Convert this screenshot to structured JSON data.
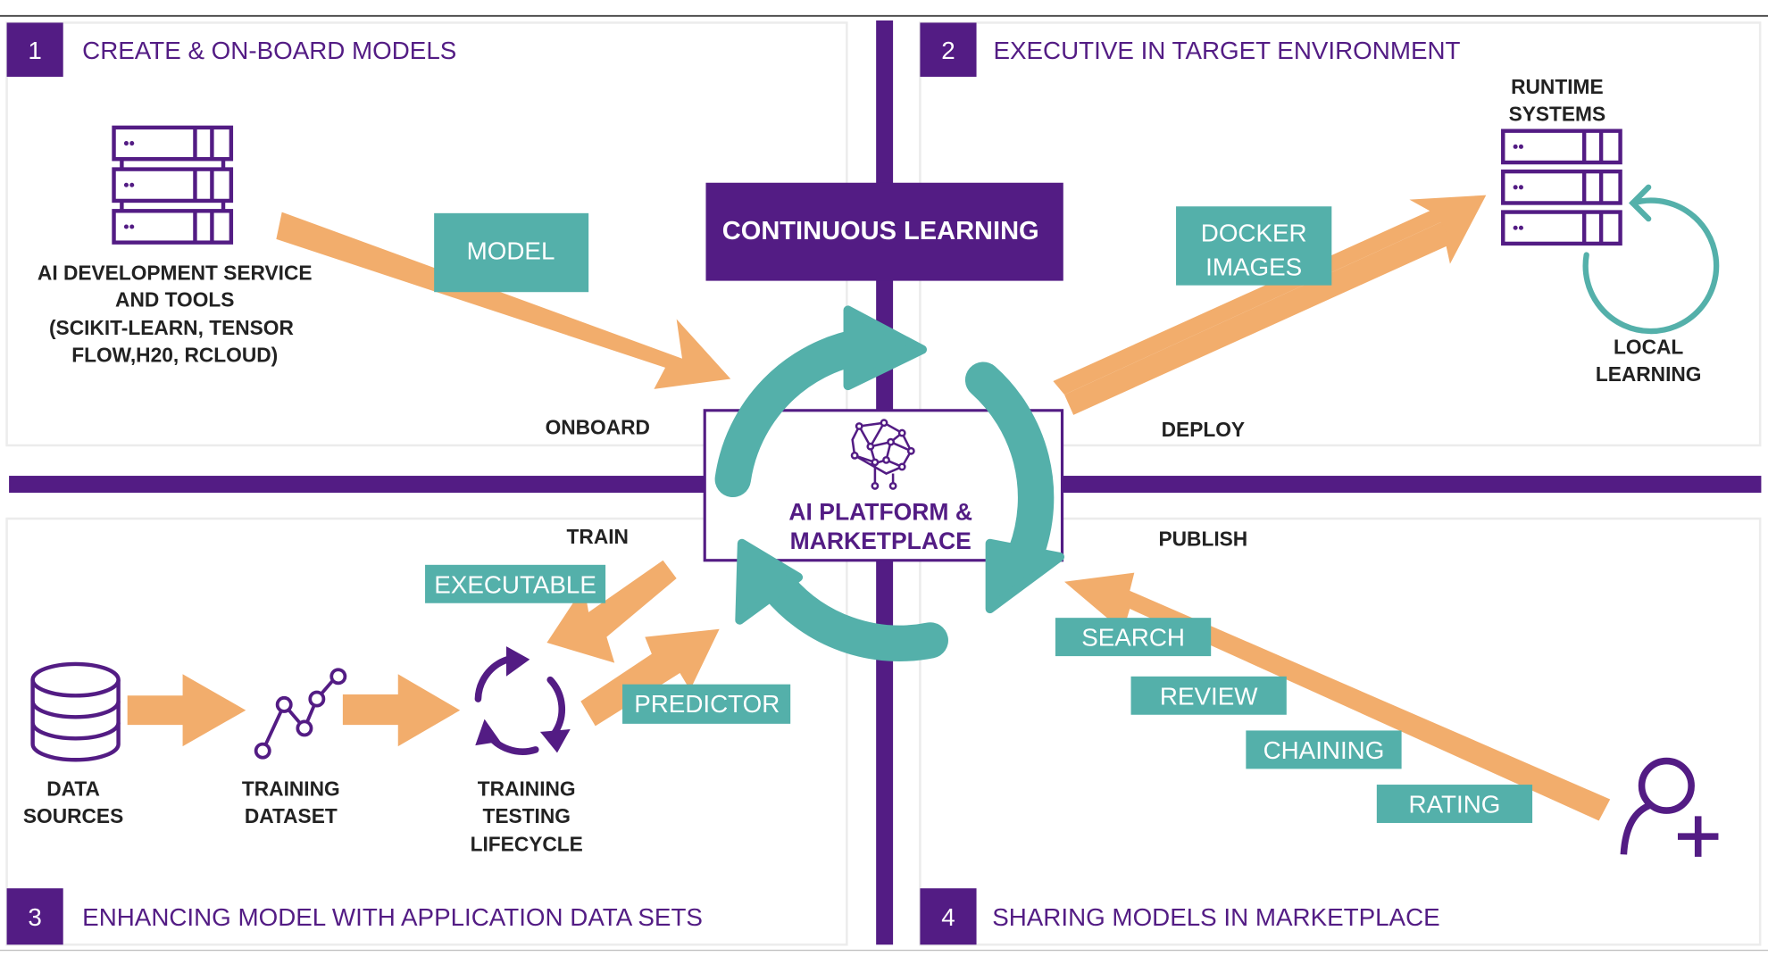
{
  "colors": {
    "purple": "#531c84",
    "teal": "#54b0aa",
    "orange": "#f2ad6c",
    "text": "#222222"
  },
  "quadrants": [
    {
      "number": "1",
      "title": "CREATE & ON-BOARD MODELS"
    },
    {
      "number": "2",
      "title": "EXECUTIVE IN TARGET ENVIRONMENT"
    },
    {
      "number": "3",
      "title": "ENHANCING MODEL WITH APPLICATION DATA SETS"
    },
    {
      "number": "4",
      "title": "SHARING MODELS IN MARKETPLACE"
    }
  ],
  "center": {
    "continuous_learning": "CONTINUOUS LEARNING",
    "platform_line1": "AI PLATFORM &",
    "platform_line2": "MARKETPLACE",
    "icon": "brain-network-icon"
  },
  "q1": {
    "source_lines": [
      "AI DEVELOPMENT SERVICE",
      "AND TOOLS",
      "(SCIKIT-LEARN, TENSOR",
      "FLOW,H20, RCLOUD)"
    ],
    "source_icon": "server-stack-icon",
    "tag": "MODEL",
    "flow_label": "ONBOARD"
  },
  "q2": {
    "runtime_lines": [
      "RUNTIME",
      "SYSTEMS"
    ],
    "runtime_icon": "server-stack-icon",
    "tag_lines": [
      "DOCKER",
      "IMAGES"
    ],
    "flow_label": "DEPLOY",
    "local_lines": [
      "LOCAL",
      "LEARNING"
    ]
  },
  "q3": {
    "flow_label": "TRAIN",
    "tag_executable": "EXECUTABLE",
    "tag_predictor": "PREDICTOR",
    "steps": [
      {
        "icon": "database-icon",
        "lines": [
          "DATA",
          "SOURCES"
        ]
      },
      {
        "icon": "line-chart-icon",
        "lines": [
          "TRAINING",
          "DATASET"
        ]
      },
      {
        "icon": "cycle-icon",
        "lines": [
          "TRAINING",
          "TESTING",
          "LIFECYCLE"
        ]
      }
    ]
  },
  "q4": {
    "flow_label": "PUBLISH",
    "tags": [
      "SEARCH",
      "REVIEW",
      "CHAINING",
      "RATING"
    ],
    "user_icon": "add-user-icon"
  }
}
